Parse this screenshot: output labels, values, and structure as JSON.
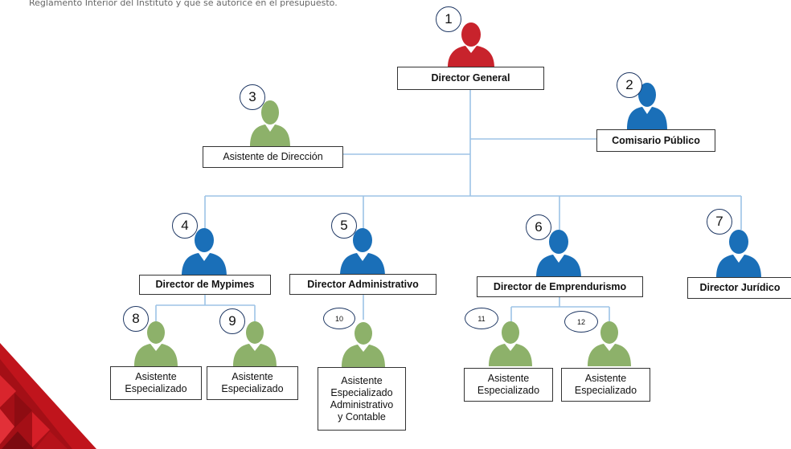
{
  "intro_text": [
    "",
    "Reglamento Interior del Instituto y que se autorice en el presupuesto."
  ],
  "colors": {
    "director_general": "#c8232c",
    "directors": "#1a6fb8",
    "assistants": "#8db16a",
    "connector": "#9dc3e6",
    "number_circle_border": "#1f3864"
  },
  "org_chart": {
    "director_general": {
      "number": "1",
      "label": "Director General",
      "icon": "person-icon-red"
    },
    "comisario": {
      "number": "2",
      "label": "Comisario Público",
      "icon": "person-icon-blue"
    },
    "asistente_direccion": {
      "number": "3",
      "label": "Asistente de Dirección",
      "icon": "person-icon-green"
    },
    "directors": [
      {
        "number": "4",
        "label": "Director de Mypimes",
        "icon": "person-icon-blue",
        "assistants": [
          {
            "number": "8",
            "label": "Asistente\nEspecializado",
            "icon": "person-icon-green"
          },
          {
            "number": "9",
            "label": "Asistente\nEspecializado",
            "icon": "person-icon-green"
          }
        ]
      },
      {
        "number": "5",
        "label": "Director Administrativo",
        "icon": "person-icon-blue",
        "assistants": [
          {
            "number": "10",
            "label": "Asistente\nEspecializado\nAdministrativo\ny Contable",
            "icon": "person-icon-green"
          }
        ]
      },
      {
        "number": "6",
        "label": "Director de Emprendurismo",
        "icon": "person-icon-blue",
        "assistants": [
          {
            "number": "11",
            "label": "Asistente\nEspecializado",
            "icon": "person-icon-green"
          },
          {
            "number": "12",
            "label": "Asistente\nEspecializado",
            "icon": "person-icon-green"
          }
        ]
      },
      {
        "number": "7",
        "label": "Director Jurídico",
        "icon": "person-icon-blue",
        "assistants": []
      }
    ]
  }
}
